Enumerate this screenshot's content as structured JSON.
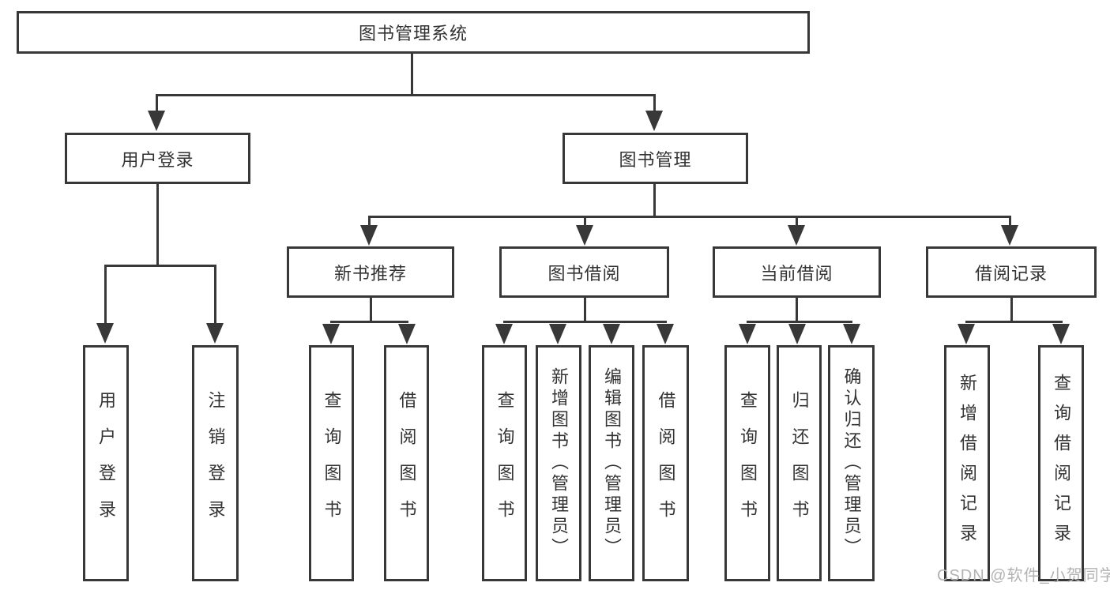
{
  "tree": {
    "label": "图书管理系统",
    "children": [
      {
        "label": "用户登录",
        "children": [
          {
            "label": "用户登录"
          },
          {
            "label": "注销登录"
          }
        ]
      },
      {
        "label": "图书管理",
        "children": [
          {
            "label": "新书推荐",
            "children": [
              {
                "label": "查询图书"
              },
              {
                "label": "借阅图书"
              }
            ]
          },
          {
            "label": "图书借阅",
            "children": [
              {
                "label": "查询图书"
              },
              {
                "label": "新增图书（管理员）"
              },
              {
                "label": "编辑图书（管理员）"
              },
              {
                "label": "借阅图书"
              }
            ]
          },
          {
            "label": "当前借阅",
            "children": [
              {
                "label": "查询图书"
              },
              {
                "label": "归还图书"
              },
              {
                "label": "确认归还（管理员）"
              }
            ]
          },
          {
            "label": "借阅记录",
            "children": [
              {
                "label": "新增借阅记录"
              },
              {
                "label": "查询借阅记录"
              }
            ]
          }
        ]
      }
    ]
  },
  "watermark": {
    "text": "CSDN @软件_小贺同学"
  },
  "colors": {
    "line": "#383838",
    "text": "#333333",
    "watermark": "#b3b3b3",
    "background": "#ffffff"
  }
}
